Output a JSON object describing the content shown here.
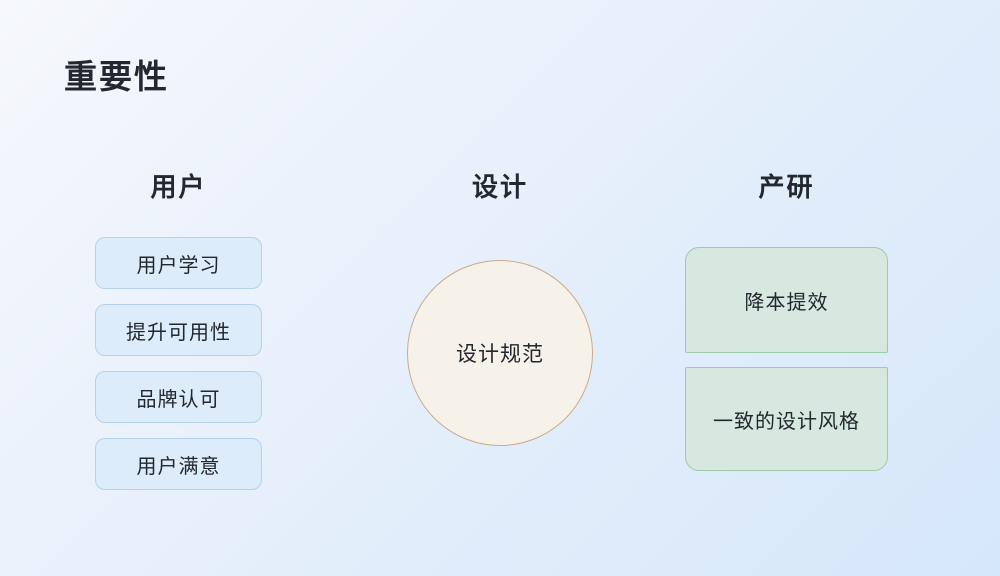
{
  "slide": {
    "title": "重要性",
    "columns": {
      "user": {
        "header": "用户",
        "items": [
          "用户学习",
          "提升可用性",
          "品牌认可",
          "用户满意"
        ]
      },
      "design": {
        "header": "设计",
        "circle_label": "设计规范"
      },
      "prod": {
        "header": "产研",
        "items": [
          "降本提效",
          "一致的设计风格"
        ]
      }
    },
    "colors": {
      "background_gradient_start": "#f6f8fc",
      "background_gradient_end": "#d5e7fa",
      "blue_box_fill": "#dcecfa",
      "blue_box_border": "#b2d3ea",
      "green_box_fill": "#d6e8e0",
      "green_box_border": "#9ccbaa",
      "circle_fill": "#f6f2ea",
      "circle_border": "#c9ab8a",
      "text": "#23272e"
    }
  }
}
